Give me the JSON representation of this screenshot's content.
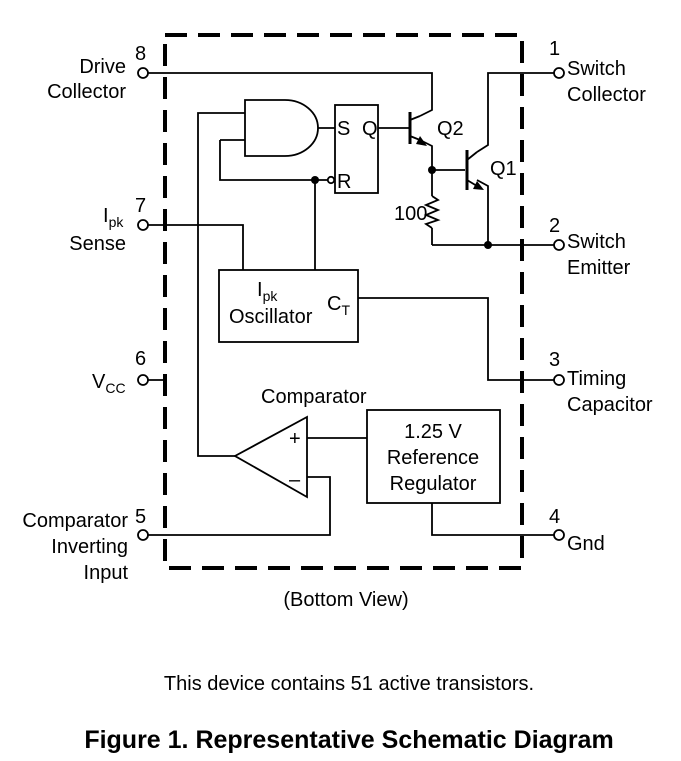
{
  "pins": {
    "p1": {
      "num": "1",
      "line1": "Switch",
      "line2": "Collector"
    },
    "p2": {
      "num": "2",
      "line1": "Switch",
      "line2": "Emitter"
    },
    "p3": {
      "num": "3",
      "line1": "Timing",
      "line2": "Capacitor"
    },
    "p4": {
      "num": "4",
      "line1": "Gnd"
    },
    "p5": {
      "num": "5",
      "line1": "Comparator",
      "line2": "Inverting",
      "line3": "Input"
    },
    "p6": {
      "num": "6",
      "main": "V",
      "sub": "CC"
    },
    "p7": {
      "num": "7",
      "main": "I",
      "sub": "pk",
      "line2": "Sense"
    },
    "p8": {
      "num": "8",
      "line1": "Drive",
      "line2": "Collector"
    }
  },
  "blocks": {
    "latch": {
      "s": "S",
      "q": "Q",
      "r": "R"
    },
    "oscillator": {
      "ipk_main": "I",
      "ipk_sub": "pk",
      "label": "Oscillator",
      "ct_main": "C",
      "ct_sub": "T"
    },
    "reference": {
      "line1": "1.25 V",
      "line2": "Reference",
      "line3": "Regulator"
    },
    "comparator": {
      "title": "Comparator",
      "plus": "+",
      "minus": "–"
    },
    "q1": "Q1",
    "q2": "Q2",
    "resistor": "100"
  },
  "view_label": "(Bottom View)",
  "caption": "This device contains 51 active transistors.",
  "figure_title": "Figure 1. Representative Schematic Diagram"
}
